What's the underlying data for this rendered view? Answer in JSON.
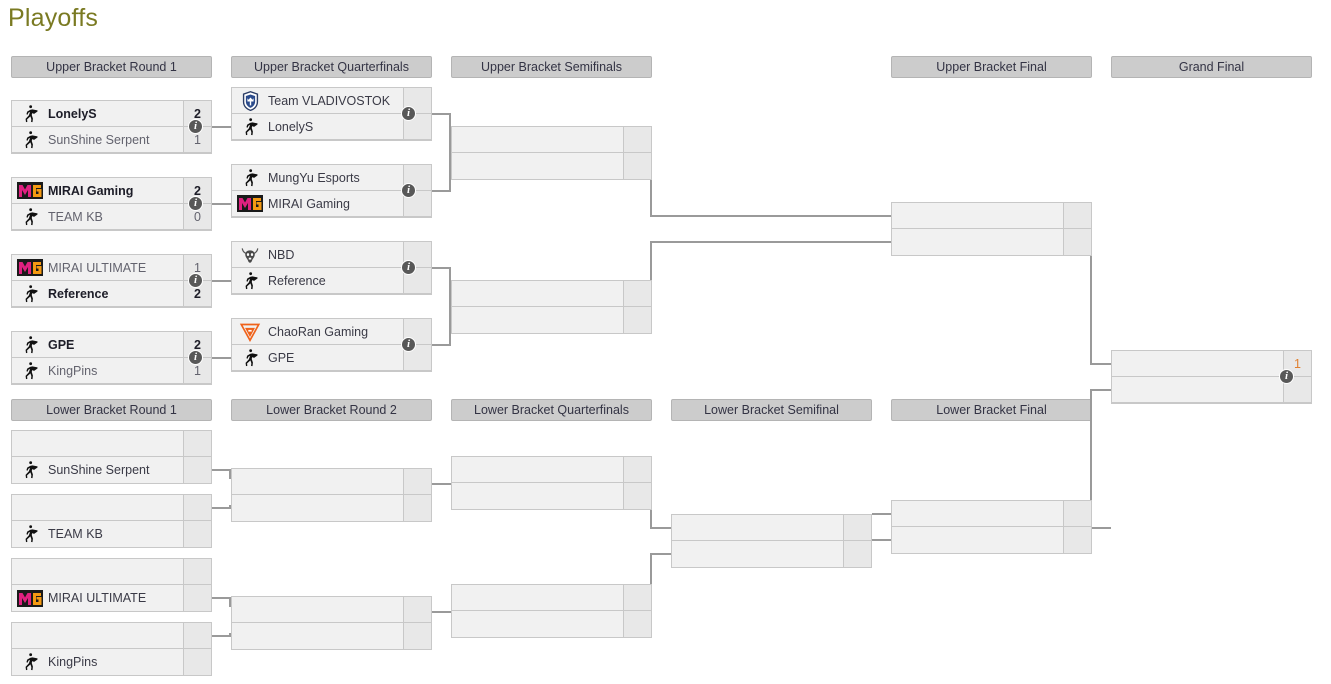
{
  "page": {
    "title": "Playoffs",
    "title_color": "#7a7a22",
    "background": "#ffffff"
  },
  "icons": {
    "info": "i",
    "cs-player-icon": "counter-strike-player-silhouette",
    "mg-icon": "mirai-mg-logo",
    "vladivostok-icon": "shield-crown-logo",
    "nbd-icon": "bull-skull-logo",
    "chaoran-icon": "orange-triangle-logo"
  },
  "rounds": [
    {
      "id": "ubr1",
      "label": "Upper Bracket Round 1"
    },
    {
      "id": "ubqf",
      "label": "Upper Bracket Quarterfinals"
    },
    {
      "id": "ubsf",
      "label": "Upper Bracket Semifinals"
    },
    {
      "id": "ubf",
      "label": "Upper Bracket Final"
    },
    {
      "id": "gf",
      "label": "Grand Final"
    },
    {
      "id": "lbr1",
      "label": "Lower Bracket Round 1"
    },
    {
      "id": "lbr2",
      "label": "Lower Bracket Round 2"
    },
    {
      "id": "lbqf",
      "label": "Lower Bracket Quarterfinals"
    },
    {
      "id": "lbsf",
      "label": "Lower Bracket Semifinal"
    },
    {
      "id": "lbf",
      "label": "Lower Bracket Final"
    }
  ],
  "matches": {
    "ubr1_m1": {
      "top": {
        "name": "LonelyS",
        "score": "2",
        "logo": "cs",
        "state": "win"
      },
      "bottom": {
        "name": "SunShine Serpent",
        "score": "1",
        "logo": "cs",
        "state": "loss"
      }
    },
    "ubr1_m2": {
      "top": {
        "name": "MIRAI Gaming",
        "score": "2",
        "logo": "mg",
        "state": "win"
      },
      "bottom": {
        "name": "TEAM KB",
        "score": "0",
        "logo": "cs",
        "state": "loss"
      }
    },
    "ubr1_m3": {
      "top": {
        "name": "MIRAI ULTIMATE",
        "score": "1",
        "logo": "mg",
        "state": "loss"
      },
      "bottom": {
        "name": "Reference",
        "score": "2",
        "logo": "cs",
        "state": "win"
      }
    },
    "ubr1_m4": {
      "top": {
        "name": "GPE",
        "score": "2",
        "logo": "cs",
        "state": "win"
      },
      "bottom": {
        "name": "KingPins",
        "score": "1",
        "logo": "cs",
        "state": "loss"
      }
    },
    "ubqf_m1": {
      "top": {
        "name": "Team VLADIVOSTOK",
        "score": "",
        "logo": "vlad",
        "state": ""
      },
      "bottom": {
        "name": "LonelyS",
        "score": "",
        "logo": "cs",
        "state": ""
      }
    },
    "ubqf_m2": {
      "top": {
        "name": "MungYu Esports",
        "score": "",
        "logo": "cs",
        "state": ""
      },
      "bottom": {
        "name": "MIRAI Gaming",
        "score": "",
        "logo": "mg",
        "state": ""
      }
    },
    "ubqf_m3": {
      "top": {
        "name": "NBD",
        "score": "",
        "logo": "nbd",
        "state": ""
      },
      "bottom": {
        "name": "Reference",
        "score": "",
        "logo": "cs",
        "state": ""
      }
    },
    "ubqf_m4": {
      "top": {
        "name": "ChaoRan Gaming",
        "score": "",
        "logo": "chao",
        "state": ""
      },
      "bottom": {
        "name": "GPE",
        "score": "",
        "logo": "cs",
        "state": ""
      }
    },
    "ubsf_m1": {
      "top": {
        "name": "",
        "score": "",
        "logo": "",
        "state": "empty"
      },
      "bottom": {
        "name": "",
        "score": "",
        "logo": "",
        "state": "empty"
      }
    },
    "ubsf_m2": {
      "top": {
        "name": "",
        "score": "",
        "logo": "",
        "state": "empty"
      },
      "bottom": {
        "name": "",
        "score": "",
        "logo": "",
        "state": "empty"
      }
    },
    "ubf_m1": {
      "top": {
        "name": "",
        "score": "",
        "logo": "",
        "state": "empty"
      },
      "bottom": {
        "name": "",
        "score": "",
        "logo": "",
        "state": "empty"
      }
    },
    "gf_m1": {
      "top": {
        "name": "",
        "score": "1",
        "logo": "",
        "state": "empty",
        "score_advantage": true
      },
      "bottom": {
        "name": "",
        "score": "",
        "logo": "",
        "state": "empty"
      }
    },
    "lbr1_m1": {
      "top": {
        "name": "",
        "score": "",
        "logo": "",
        "state": "empty"
      },
      "bottom": {
        "name": "SunShine Serpent",
        "score": "",
        "logo": "cs",
        "state": ""
      }
    },
    "lbr1_m2": {
      "top": {
        "name": "",
        "score": "",
        "logo": "",
        "state": "empty"
      },
      "bottom": {
        "name": "TEAM KB",
        "score": "",
        "logo": "cs",
        "state": ""
      }
    },
    "lbr1_m3": {
      "top": {
        "name": "",
        "score": "",
        "logo": "",
        "state": "empty"
      },
      "bottom": {
        "name": "MIRAI ULTIMATE",
        "score": "",
        "logo": "mg",
        "state": ""
      }
    },
    "lbr1_m4": {
      "top": {
        "name": "",
        "score": "",
        "logo": "",
        "state": "empty"
      },
      "bottom": {
        "name": "KingPins",
        "score": "",
        "logo": "cs",
        "state": ""
      }
    },
    "lbr2_m1": {
      "top": {
        "name": "",
        "score": "",
        "logo": "",
        "state": "empty"
      },
      "bottom": {
        "name": "",
        "score": "",
        "logo": "",
        "state": "empty"
      }
    },
    "lbr2_m2": {
      "top": {
        "name": "",
        "score": "",
        "logo": "",
        "state": "empty"
      },
      "bottom": {
        "name": "",
        "score": "",
        "logo": "",
        "state": "empty"
      }
    },
    "lbqf_m1": {
      "top": {
        "name": "",
        "score": "",
        "logo": "",
        "state": "empty"
      },
      "bottom": {
        "name": "",
        "score": "",
        "logo": "",
        "state": "empty"
      }
    },
    "lbqf_m2": {
      "top": {
        "name": "",
        "score": "",
        "logo": "",
        "state": "empty"
      },
      "bottom": {
        "name": "",
        "score": "",
        "logo": "",
        "state": "empty"
      }
    },
    "lbsf_m1": {
      "top": {
        "name": "",
        "score": "",
        "logo": "",
        "state": "empty"
      },
      "bottom": {
        "name": "",
        "score": "",
        "logo": "",
        "state": "empty"
      }
    },
    "lbf_m1": {
      "top": {
        "name": "",
        "score": "",
        "logo": "",
        "state": "empty"
      },
      "bottom": {
        "name": "",
        "score": "",
        "logo": "",
        "state": "empty"
      }
    }
  }
}
